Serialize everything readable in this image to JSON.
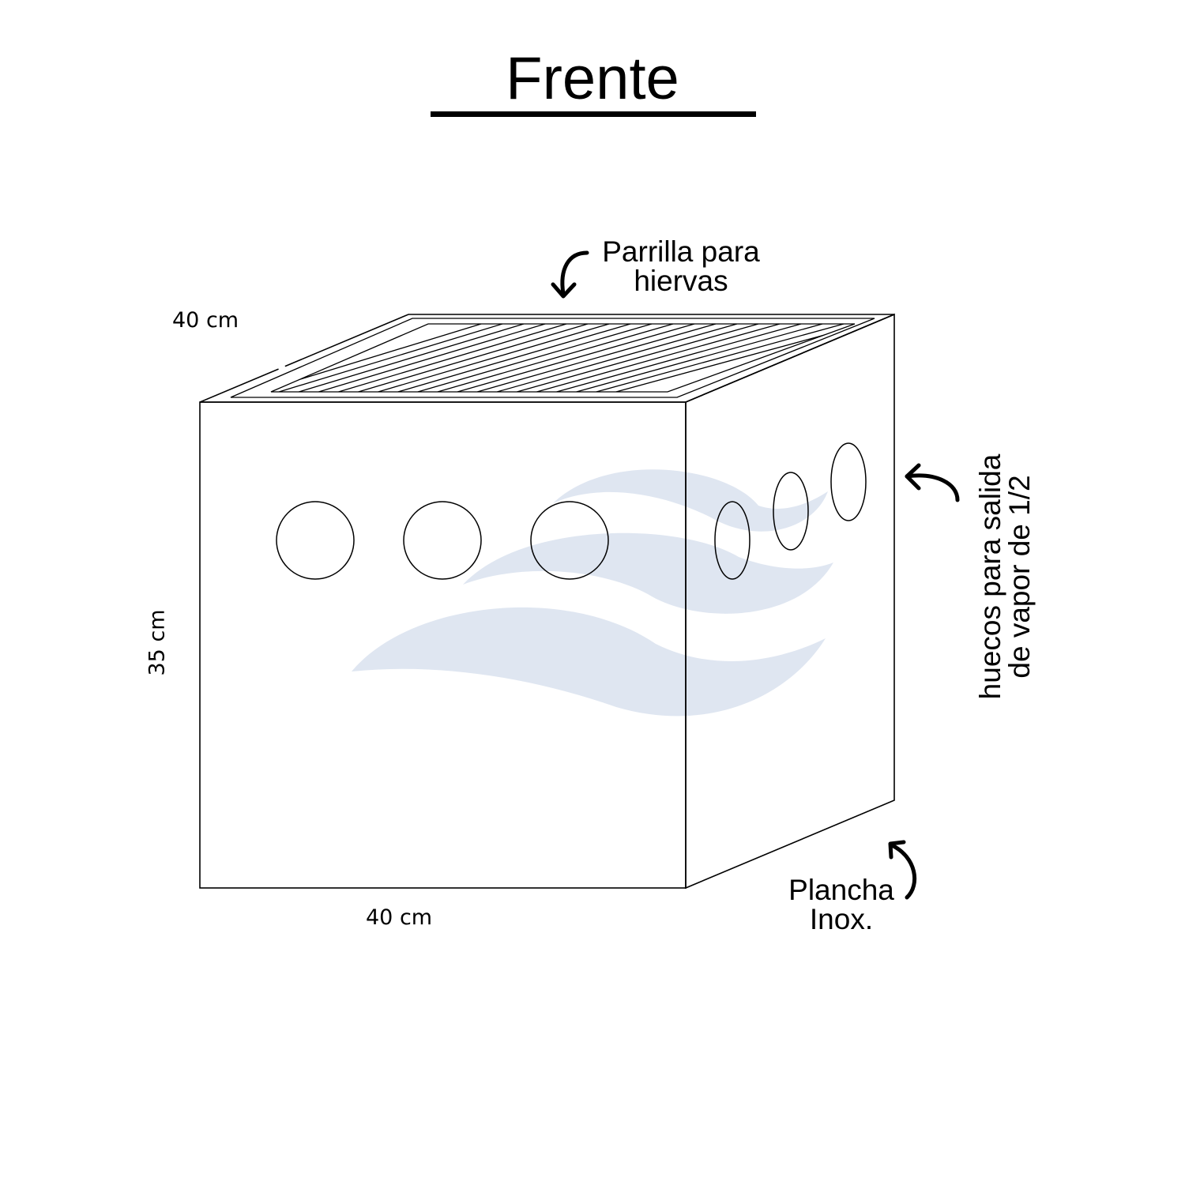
{
  "title": "Frente",
  "labels": {
    "top_depth": "40 cm",
    "height": "35 cm",
    "bottom_width": "40 cm",
    "grill": [
      "Parrilla para",
      "hiervas"
    ],
    "holes": [
      "huecos para salida",
      "de vapor de 1/2"
    ],
    "plate": [
      "Plancha",
      "Inox."
    ]
  },
  "colors": {
    "line": "#000000",
    "watermark": "#dfe6f1",
    "background": "#ffffff"
  },
  "icons": [
    "curved-arrow-icon",
    "curved-arrow-icon",
    "curved-arrow-icon"
  ],
  "front_holes": 3,
  "side_holes": 3
}
